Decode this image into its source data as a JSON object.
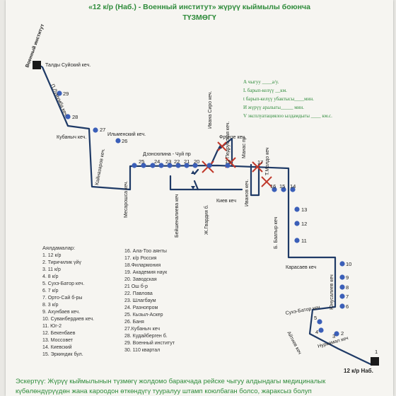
{
  "header": {
    "title_line1": "«12 к/р (Наб.) - Военный институт» жүрүү кыймылы боюнча",
    "title_line2": "ТҮЗМӨГҮ"
  },
  "info_lines": [
    "А чыгуу ____а/у.",
    "L барып-келүү __км.",
    "t барып-келүү убактысы____мин.",
    "И жүрүү аралыгы_____ мин.",
    "V эксплуатациялоо ылдамдыгы ____ км.с."
  ],
  "streets": {
    "taldy": "Талды Суйский кеч.",
    "lumumba": "П.Лумумба кеч.",
    "kubanych_top": "Кубаныч кеч.",
    "ilmen": "Ильменский кеч.",
    "kainazarov": "Кайназаров кеч.",
    "dzensiopina": "Дзэнсюпина - Чуй пр",
    "meszar": "Месарошса кеч.",
    "frunze": "Фрунзе кеч",
    "ivan": "Ивана Сиро кеч.",
    "pedrusskaya": "Педрусская кеч.",
    "manas": "Манас пр",
    "moldo": "Т.Молдо кеч",
    "beishen": "Бейшеналиева кеч",
    "jgvardia": "Ж.Гвардия б.",
    "ivanov": "Иванов кеч.",
    "kiev": "Киев кеч",
    "baatyr": "Б. Баатыр кеч",
    "karasaev": "Карасаев кеч",
    "yunusaliev": "Юнусалиев кеч",
    "suhe": "Сухэ-Батор кеч",
    "aitiev": "Айтиев кеч",
    "nurkamal": "Нуркамал кеч"
  },
  "endpoints": {
    "start": "Военный институт",
    "end": "12 к/р Наб."
  },
  "stop_numbers": [
    "1",
    "2",
    "3",
    "4",
    "5",
    "6",
    "7",
    "8",
    "9",
    "10",
    "11",
    "12",
    "13",
    "14",
    "15",
    "16",
    "17",
    "19",
    "20",
    "21",
    "22",
    "23",
    "24",
    "25",
    "26",
    "27",
    "28",
    "29"
  ],
  "legend": {
    "heading": "Аялдамалар:",
    "col1": [
      "1. 12 к/р",
      "2. Тиричилик үйү",
      "3. 11 к/р",
      "4. 8 к/р",
      "5. Сухэ-Батор кеч.",
      "6. 7 к/р",
      "7. Орто-Сай б-ры",
      "8. 3 к/р",
      "9. Ахунбаев кеч.",
      "10. Суванбердиев кеч.",
      "11. Юг-2",
      "12. Бекенбаев",
      "13. Моссовет",
      "14. Киевский",
      "15. Эркиндик бул."
    ],
    "col2": [
      "16. Ала-Тоо аянты",
      "17. к/р Россия",
      "18.Филармония",
      "19. Академия наук",
      "20. Заводская",
      "21 Ош б-р",
      "22. Павлова",
      "23. Шлагбаум",
      "24. Разнопром",
      "25. Кызыл-Аскер",
      "26. Баня",
      "27.Кубаныч кеч",
      "28. Кудайберген б.",
      "29. Военный институт",
      "30. 110 квартал"
    ]
  },
  "footer_note": {
    "line1": "Эскертүү: Жүрүү кыймылынын түзмөгү жолдомо баракчада рейске чыгуу алдындагы медициналык",
    "line2": "күбөлөндүрүүдөн жана кароодон өткөндүгү тууралуу штамп коюлбаган болсо, жараксыз болуп"
  },
  "colors": {
    "route": "#1f3a66",
    "stop": "#3b5fb8",
    "cross": "#c0392b",
    "title": "#2e8b3a"
  }
}
